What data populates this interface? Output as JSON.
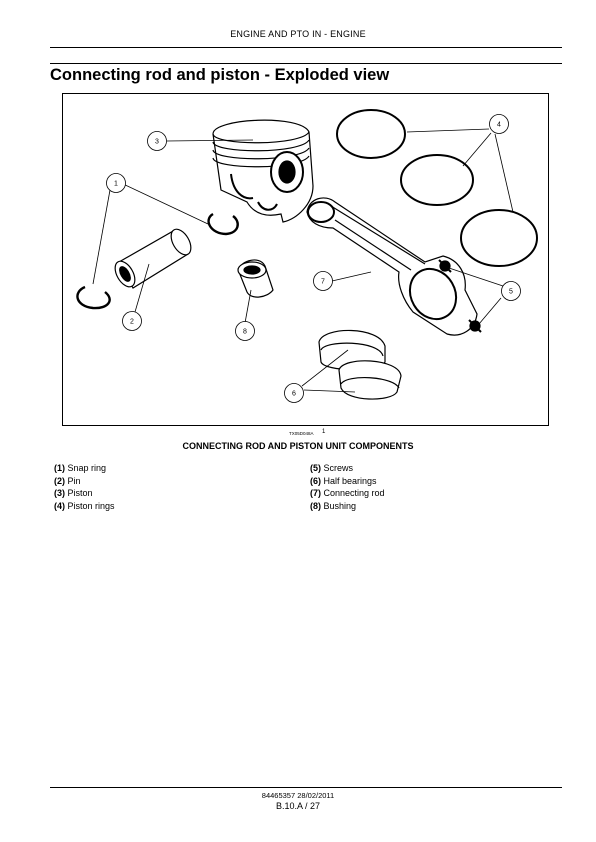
{
  "header": {
    "section": "ENGINE AND PTO IN - ENGINE"
  },
  "page_title": "Connecting rod and piston - Exploded view",
  "figure": {
    "image_id": "TX05D048A",
    "number": "1",
    "callouts": [
      "1",
      "2",
      "3",
      "4",
      "5",
      "6",
      "7",
      "8"
    ],
    "caption": "CONNECTING ROD AND PISTON UNIT COMPONENTS"
  },
  "legend": {
    "left": [
      {
        "num": "(1)",
        "label": "Snap ring"
      },
      {
        "num": "(2)",
        "label": "Pin"
      },
      {
        "num": "(3)",
        "label": "Piston"
      },
      {
        "num": "(4)",
        "label": "Piston rings"
      }
    ],
    "right": [
      {
        "num": "(5)",
        "label": "Screws"
      },
      {
        "num": "(6)",
        "label": "Half bearings"
      },
      {
        "num": "(7)",
        "label": "Connecting rod"
      },
      {
        "num": "(8)",
        "label": "Bushing"
      }
    ]
  },
  "footer": {
    "doc": "84465357 28/02/2011",
    "page": "B.10.A / 27"
  }
}
